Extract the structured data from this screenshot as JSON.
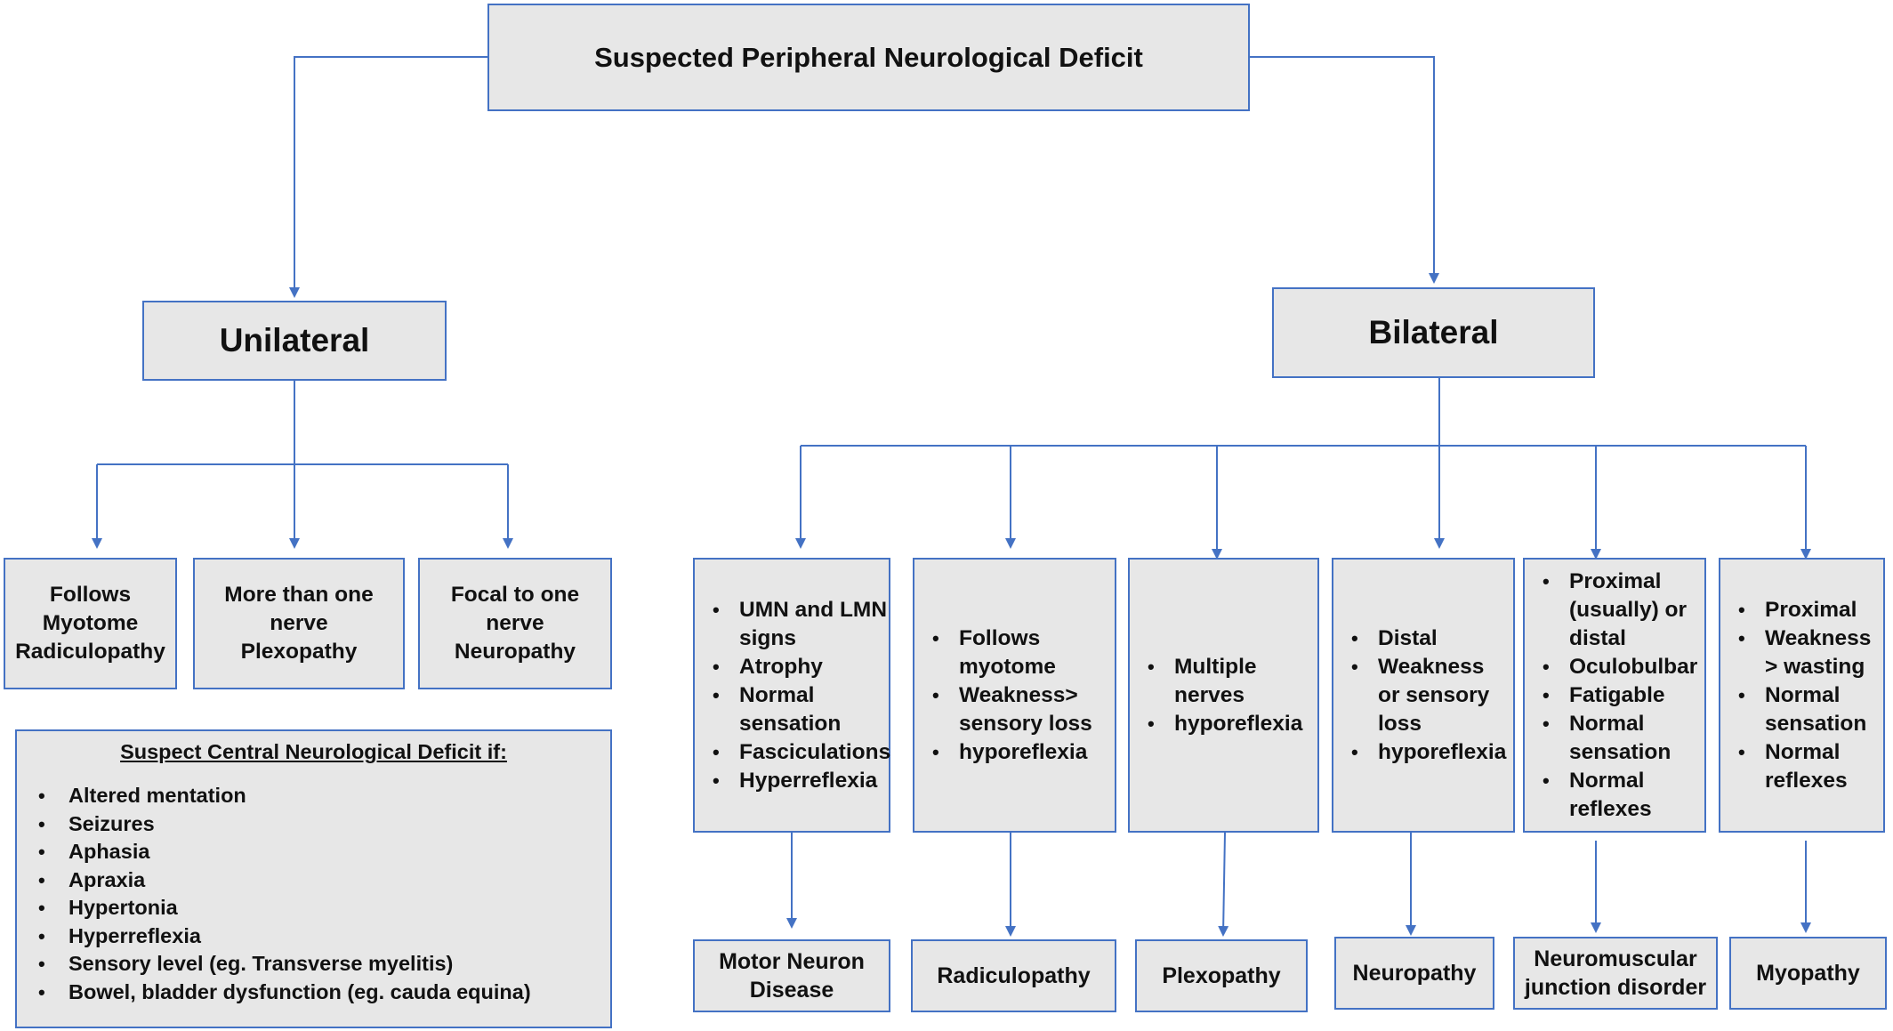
{
  "title": "Suspected Peripheral Neurological Deficit",
  "branches": {
    "unilateral": "Unilateral",
    "bilateral": "Bilateral"
  },
  "unilateral_categories": [
    {
      "line1": "Follows",
      "line2": "Myotome",
      "line3": "Radiculopathy"
    },
    {
      "line1": "More than one",
      "line2": "nerve",
      "line3": "Plexopathy"
    },
    {
      "line1": "Focal to one",
      "line2": "nerve",
      "line3": "Neuropathy"
    }
  ],
  "central": {
    "heading": "Suspect Central Neurological Deficit if:",
    "items": [
      "Altered mentation",
      "Seizures",
      "Aphasia",
      "Apraxia",
      "Hypertonia",
      "Hyperreflexia",
      "Sensory level (eg. Transverse myelitis)",
      "Bowel, bladder dysfunction (eg. cauda equina)"
    ]
  },
  "bilateral_categories": [
    {
      "lines": [
        "UMN and LMN signs",
        "Atrophy",
        "Normal sensation",
        "Fasciculations",
        "Hyperreflexia"
      ],
      "outcome": [
        "Motor Neuron",
        "Disease"
      ]
    },
    {
      "lines": [
        " Follows myotome",
        "Weakness> sensory loss",
        "hyporeflexia"
      ],
      "outcome": [
        "Radiculopathy"
      ]
    },
    {
      "lines": [
        "Multiple nerves",
        "hyporeflexia"
      ],
      "outcome": [
        "Plexopathy"
      ]
    },
    {
      "lines": [
        "Distal",
        "Weakness or sensory loss",
        "hyporeflexia"
      ],
      "outcome": [
        "Neuropathy"
      ]
    },
    {
      "lines": [
        "Proximal (usually) or distal",
        "Oculobulbar",
        "Fatigable",
        "Normal sensation",
        "Normal reflexes"
      ],
      "outcome": [
        "Neuromuscular",
        "junction disorder"
      ]
    },
    {
      "lines": [
        "Proximal",
        "Weakness > wasting",
        "Normal sensation",
        "Normal reflexes"
      ],
      "outcome": [
        "Myopathy"
      ]
    }
  ],
  "colors": {
    "line": "#4472c4",
    "box_fill": "#e7e7e7",
    "box_border": "#4472c4",
    "text": "#111111"
  }
}
